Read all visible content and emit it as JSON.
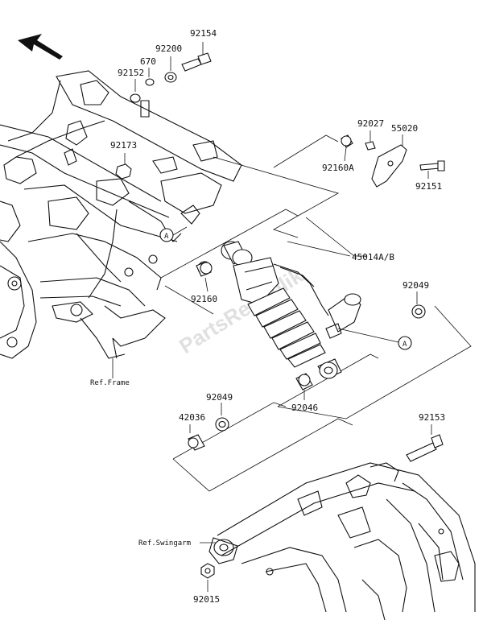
{
  "diagram": {
    "part_labels": {
      "p92154": "92154",
      "p92200": "92200",
      "p670": "670",
      "p92152": "92152",
      "p92173": "92173",
      "p92027": "92027",
      "p55020": "55020",
      "p92160A": "92160A",
      "p92151": "92151",
      "p45014": "45014A/B",
      "p92160": "92160",
      "p92049a": "92049",
      "p92049b": "92049",
      "p92046": "92046",
      "p42036": "42036",
      "p92153": "92153",
      "p92015": "92015"
    },
    "references": {
      "frame": "Ref.Frame",
      "swingarm": "Ref.Swingarm"
    },
    "callouts": {
      "a1": "A",
      "a2": "A"
    },
    "watermark": "PartsRepublik",
    "direction_arrow": "front-arrow-icon"
  }
}
